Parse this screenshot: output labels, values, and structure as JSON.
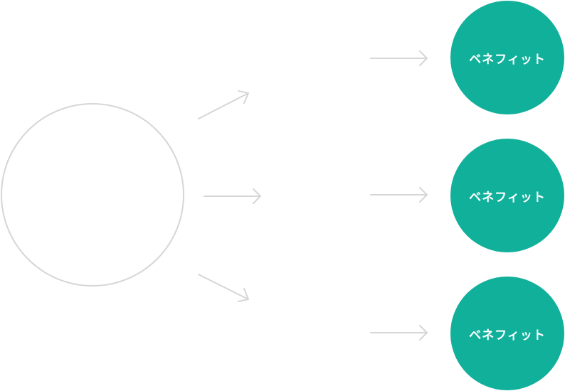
{
  "diagram": {
    "colors": {
      "benefit_fill": "#10b09a",
      "benefit_text": "#ffffff",
      "outline": "#d6d6d6"
    },
    "benefits": [
      {
        "label": "ベネフィット"
      },
      {
        "label": "ベネフィット"
      },
      {
        "label": "ベネフィット"
      }
    ]
  }
}
